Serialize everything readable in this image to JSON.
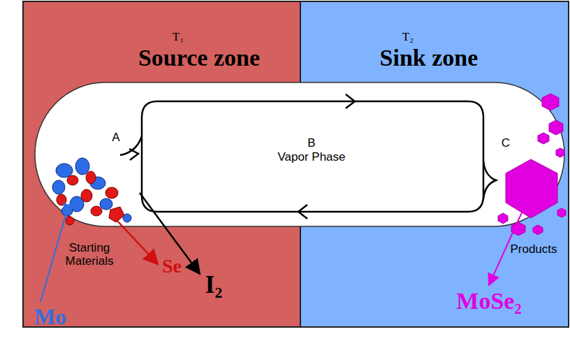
{
  "diagram": {
    "nodes": [
      {
        "text": [
          "T₁",
          "Source zone"
        ]
      },
      {
        "text": [
          "T₂",
          "Sink zone"
        ]
      }
    ],
    "labels": [
      "A",
      "B",
      "Vapor Phase",
      "C",
      "Starting Materials",
      "Mo",
      "Se",
      "I₂",
      "Products",
      "MoSe₂"
    ]
  }
}
